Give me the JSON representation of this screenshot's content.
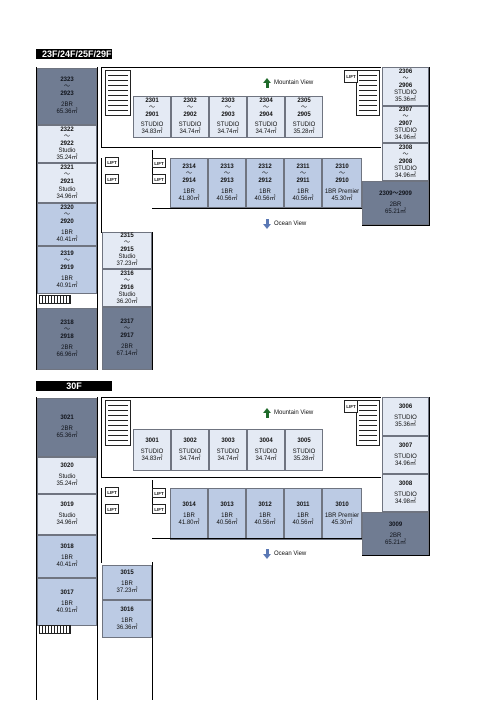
{
  "plans": [
    {
      "label": "23F/24F/25F/29F",
      "views": {
        "mountain": "Mountain View",
        "ocean": "Ocean View"
      },
      "lift_label": "LIFT",
      "units": [
        {
          "id": "u2323",
          "lines": [
            "2323",
            "～",
            "2923"
          ],
          "type": "2BR",
          "area": "65.36㎡",
          "kind": "2br"
        },
        {
          "id": "u2322",
          "lines": [
            "2322",
            "～",
            "2922"
          ],
          "type": "Studio",
          "area": "35.24㎡",
          "kind": "s"
        },
        {
          "id": "u2321",
          "lines": [
            "2321",
            "～",
            "2921"
          ],
          "type": "Studio",
          "area": "34.96㎡",
          "kind": "s"
        },
        {
          "id": "u2320",
          "lines": [
            "2320",
            "～",
            "2920"
          ],
          "type": "1BR",
          "area": "40.41㎡",
          "kind": "1br"
        },
        {
          "id": "u2319",
          "lines": [
            "2319",
            "～",
            "2919"
          ],
          "type": "1BR",
          "area": "40.91㎡",
          "kind": "1br"
        },
        {
          "id": "u2318",
          "lines": [
            "2318",
            "～",
            "2918"
          ],
          "type": "2BR",
          "area": "66.96㎡",
          "kind": "2br"
        },
        {
          "id": "u2315",
          "lines": [
            "2315",
            "～",
            "2915"
          ],
          "type": "Studio",
          "area": "37.23㎡",
          "kind": "s"
        },
        {
          "id": "u2316",
          "lines": [
            "2316",
            "～",
            "2916"
          ],
          "type": "Studio",
          "area": "36.20㎡",
          "kind": "s"
        },
        {
          "id": "u2317",
          "lines": [
            "2317",
            "～",
            "2917"
          ],
          "type": "2BR",
          "area": "67.14㎡",
          "kind": "2br"
        },
        {
          "id": "u2301",
          "lines": [
            "2301",
            "～",
            "2901"
          ],
          "type": "STUDIO",
          "area": "34.83㎡",
          "kind": "s"
        },
        {
          "id": "u2302",
          "lines": [
            "2302",
            "～",
            "2902"
          ],
          "type": "STUDIO",
          "area": "34.74㎡",
          "kind": "s"
        },
        {
          "id": "u2303",
          "lines": [
            "2303",
            "～",
            "2903"
          ],
          "type": "STUDIO",
          "area": "34.74㎡",
          "kind": "s"
        },
        {
          "id": "u2304",
          "lines": [
            "2304",
            "～",
            "2904"
          ],
          "type": "STUDIO",
          "area": "34.74㎡",
          "kind": "s"
        },
        {
          "id": "u2305",
          "lines": [
            "2305",
            "～",
            "2905"
          ],
          "type": "STUDIO",
          "area": "35.28㎡",
          "kind": "s"
        },
        {
          "id": "u2314",
          "lines": [
            "2314",
            "～",
            "2914"
          ],
          "type": "1BR",
          "area": "41.80㎡",
          "kind": "1br"
        },
        {
          "id": "u2313",
          "lines": [
            "2313",
            "～",
            "2913"
          ],
          "type": "1BR",
          "area": "40.56㎡",
          "kind": "1br"
        },
        {
          "id": "u2312",
          "lines": [
            "2312",
            "～",
            "2912"
          ],
          "type": "1BR",
          "area": "40.56㎡",
          "kind": "1br"
        },
        {
          "id": "u2311",
          "lines": [
            "2311",
            "～",
            "2911"
          ],
          "type": "1BR",
          "area": "40.56㎡",
          "kind": "1br"
        },
        {
          "id": "u2310",
          "lines": [
            "2310",
            "～",
            "2910"
          ],
          "type": "1BR Premier",
          "area": "45.30㎡",
          "kind": "1br"
        },
        {
          "id": "u2306",
          "lines": [
            "2306",
            "～",
            "2906"
          ],
          "type": "STUDIO",
          "area": "35.36㎡",
          "kind": "s"
        },
        {
          "id": "u2307",
          "lines": [
            "2307",
            "～",
            "2907"
          ],
          "type": "STUDIO",
          "area": "34.96㎡",
          "kind": "s"
        },
        {
          "id": "u2308",
          "lines": [
            "2308",
            "～",
            "2908"
          ],
          "type": "STUDIO",
          "area": "34.96㎡",
          "kind": "s"
        },
        {
          "id": "u2309",
          "lines": [
            "2309～2909"
          ],
          "type": "2BR",
          "area": "65.21㎡",
          "kind": "2br"
        }
      ]
    },
    {
      "label": "30F",
      "views": {
        "mountain": "Mountain View",
        "ocean": "Ocean View"
      },
      "lift_label": "LIFT",
      "units": [
        {
          "id": "u3021",
          "lines": [
            "3021"
          ],
          "type": "2BR",
          "area": "65.36㎡",
          "kind": "2br"
        },
        {
          "id": "u3020",
          "lines": [
            "3020"
          ],
          "type": "Studio",
          "area": "35.24㎡",
          "kind": "s"
        },
        {
          "id": "u3019",
          "lines": [
            "3019"
          ],
          "type": "Studio",
          "area": "34.96㎡",
          "kind": "s"
        },
        {
          "id": "u3018",
          "lines": [
            "3018"
          ],
          "type": "1BR",
          "area": "40.41㎡",
          "kind": "1br"
        },
        {
          "id": "u3017",
          "lines": [
            "3017"
          ],
          "type": "1BR",
          "area": "40.91㎡",
          "kind": "1br"
        },
        {
          "id": "u3015",
          "lines": [
            "3015"
          ],
          "type": "1BR",
          "area": "37.23㎡",
          "kind": "1br"
        },
        {
          "id": "u3016",
          "lines": [
            "3016"
          ],
          "type": "1BR",
          "area": "36.36㎡",
          "kind": "1br"
        },
        {
          "id": "u3001",
          "lines": [
            "3001"
          ],
          "type": "STUDIO",
          "area": "34.83㎡",
          "kind": "s"
        },
        {
          "id": "u3002",
          "lines": [
            "3002"
          ],
          "type": "STUDIO",
          "area": "34.74㎡",
          "kind": "s"
        },
        {
          "id": "u3003",
          "lines": [
            "3003"
          ],
          "type": "STUDIO",
          "area": "34.74㎡",
          "kind": "s"
        },
        {
          "id": "u3004",
          "lines": [
            "3004"
          ],
          "type": "STUDIO",
          "area": "34.74㎡",
          "kind": "s"
        },
        {
          "id": "u3005",
          "lines": [
            "3005"
          ],
          "type": "STUDIO",
          "area": "35.28㎡",
          "kind": "s"
        },
        {
          "id": "u3014",
          "lines": [
            "3014"
          ],
          "type": "1BR",
          "area": "41.80㎡",
          "kind": "1br"
        },
        {
          "id": "u3013",
          "lines": [
            "3013"
          ],
          "type": "1BR",
          "area": "40.56㎡",
          "kind": "1br"
        },
        {
          "id": "u3012",
          "lines": [
            "3012"
          ],
          "type": "1BR",
          "area": "40.56㎡",
          "kind": "1br"
        },
        {
          "id": "u3011",
          "lines": [
            "3011"
          ],
          "type": "1BR",
          "area": "40.56㎡",
          "kind": "1br"
        },
        {
          "id": "u3010",
          "lines": [
            "3010"
          ],
          "type": "1BR Premier",
          "area": "45.30㎡",
          "kind": "1br"
        },
        {
          "id": "u3006",
          "lines": [
            "3006"
          ],
          "type": "STUDIO",
          "area": "35.36㎡",
          "kind": "s"
        },
        {
          "id": "u3007",
          "lines": [
            "3007"
          ],
          "type": "STUDIO",
          "area": "34.96㎡",
          "kind": "s"
        },
        {
          "id": "u3008",
          "lines": [
            "3008"
          ],
          "type": "STUDIO",
          "area": "34.98㎡",
          "kind": "s"
        },
        {
          "id": "u3009",
          "lines": [
            "3009"
          ],
          "type": "2BR",
          "area": "65.21㎡",
          "kind": "2br"
        }
      ]
    }
  ]
}
